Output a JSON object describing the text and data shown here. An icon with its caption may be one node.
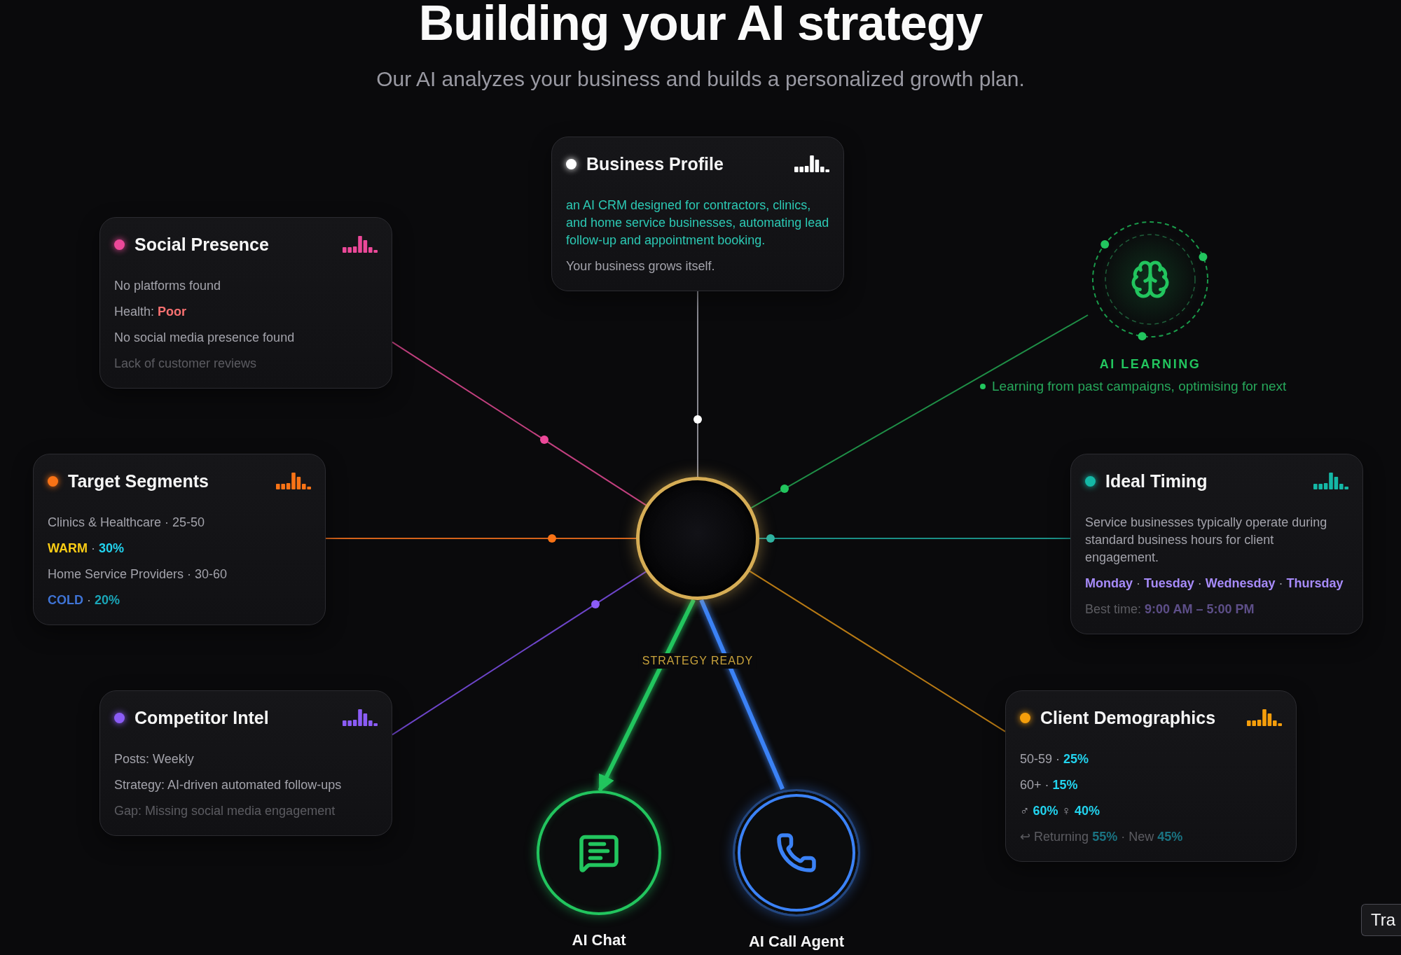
{
  "diagram": {
    "title": "Building your AI strategy",
    "nodes": [
      {
        "text": [
          "Business Profile",
          "an AI CRM designed for contractors, clinics, and home service businesses, automating lead follow-up and appointment booking.",
          "Your business grows itself."
        ]
      },
      {
        "text": [
          "Social Presence",
          "No platforms found",
          "Health: **Poor**",
          "No social media presence found",
          "Lack of customer reviews"
        ]
      },
      {
        "text": [
          "AI LEARNING"
        ],
        "beside": [
          "Learning from past campaigns, optimising for next"
        ]
      },
      {
        "text": [
          "Target Segments",
          "Clinics & Healthcare · 25-50",
          "**WARM** · **30%**",
          "Home Service Providers · 30-60",
          "**COLD** · **20%**"
        ]
      },
      {
        "text": [],
        "shape": "circle"
      },
      {
        "text": [
          "Ideal Timing",
          "Service businesses typically operate during standard business hours for client engagement.",
          "**Monday** · **Tuesday** · **Wednesday** · **Thursday**",
          "Best time: **9:00 AM – 5:00 PM**"
        ]
      },
      {
        "text": [
          "Competitor Intel",
          "Posts: Weekly",
          "Strategy: AI-driven automated follow-ups",
          "Gap: Missing social media engagement"
        ]
      },
      {
        "text": [
          "Client Demographics",
          "50-59 · **25%**",
          "60+ · **15%**",
          "♂ **60%** ♀ **40%**",
          "↩ Returning **55%** · New **45%**"
        ]
      },
      {
        "text": [
          "AI Chat"
        ]
      },
      {
        "text": [
          "AI Call Agent"
        ]
      }
    ],
    "edges": [
      {
        "from": 0,
        "to": 4,
        "arrow": "none",
        "color": "#8a8a92"
      },
      {
        "from": 1,
        "to": 4,
        "arrow": "none",
        "color": "#c2407f"
      },
      {
        "from": 2,
        "to": 4,
        "arrow": "none",
        "color": "#1f8f47"
      },
      {
        "from": 3,
        "to": 4,
        "arrow": "none",
        "color": "#d4621a"
      },
      {
        "from": 5,
        "to": 4,
        "arrow": "none",
        "color": "#1a8f86"
      },
      {
        "from": 6,
        "to": 4,
        "arrow": "none",
        "color": "#6d45c9"
      },
      {
        "from": 7,
        "to": 4,
        "arrow": "none",
        "color": "#b87a14"
      },
      {
        "from": 4,
        "to": 8,
        "arrow": "to",
        "style": "thick",
        "color": "#22c55e"
      },
      {
        "from": 4,
        "to": 9,
        "arrow": "none",
        "style": "thick",
        "color": "#3b82f6"
      }
    ],
    "labels": [
      "Our AI analyzes your business and builds a personalized growth plan.",
      "STRATEGY READY",
      "Tra"
    ]
  }
}
